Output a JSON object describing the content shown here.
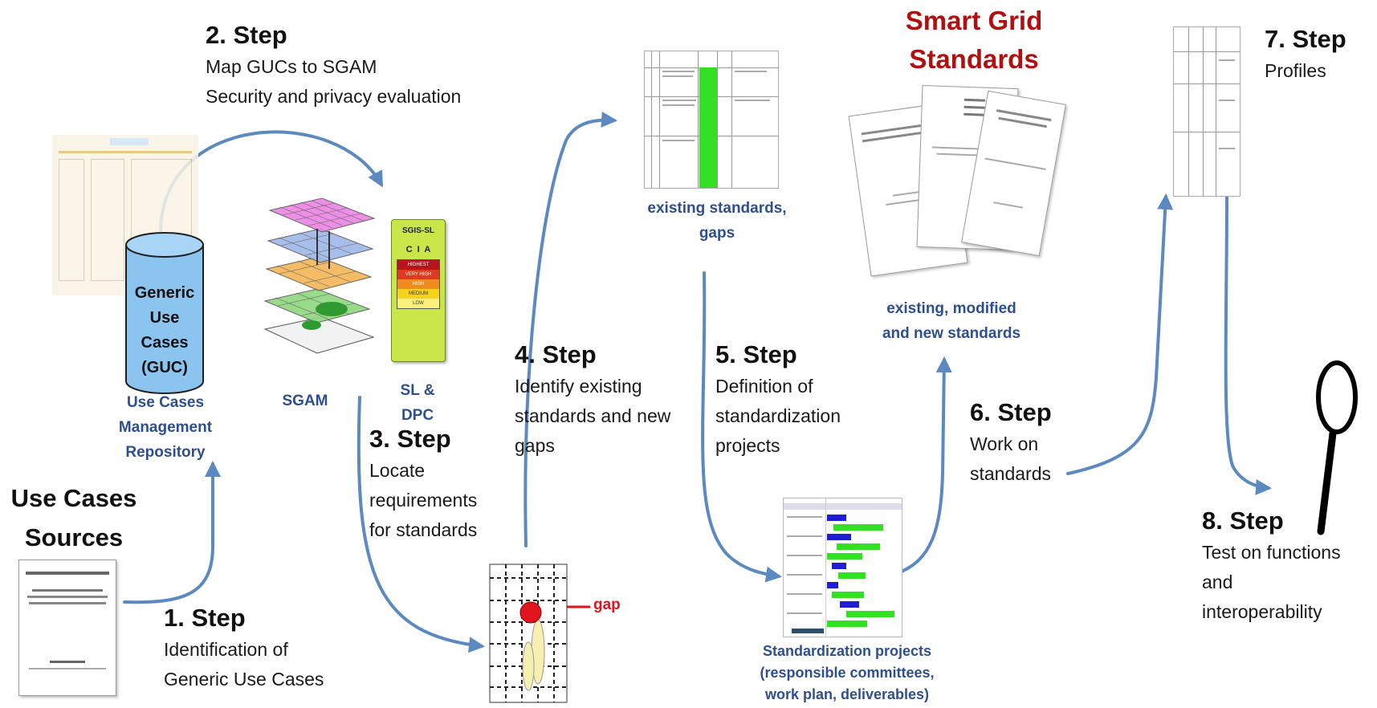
{
  "steps": [
    {
      "title": "1. Step",
      "lines": [
        "Identification of",
        "Generic Use Cases"
      ]
    },
    {
      "title": "2. Step",
      "lines": [
        "Map GUCs to SGAM",
        "Security and privacy evaluation"
      ]
    },
    {
      "title": "3. Step",
      "lines": [
        "Locate",
        "requirements",
        "for standards"
      ]
    },
    {
      "title": "4. Step",
      "lines": [
        "Identify existing",
        "standards and new",
        "gaps"
      ]
    },
    {
      "title": "5. Step",
      "lines": [
        "Definition of",
        "standardization",
        "projects"
      ]
    },
    {
      "title": "6. Step",
      "lines": [
        "Work on",
        "standards"
      ]
    },
    {
      "title": "7. Step",
      "lines": [
        "Profiles"
      ]
    },
    {
      "title": "8. Step",
      "lines": [
        "Test on functions",
        "and",
        "interoperability"
      ]
    }
  ],
  "use_cases_sources": [
    "Use Cases",
    "Sources"
  ],
  "cylinder_label": [
    "Generic",
    "Use",
    "Cases",
    "(GUC)"
  ],
  "repository_caption": [
    "Use Cases",
    "Management",
    "Repository"
  ],
  "sgam_caption": "SGAM",
  "sl_dpc_caption": [
    "SL &",
    "DPC"
  ],
  "sgis": {
    "title": "SGIS-SL",
    "cia": "C  I  A",
    "levels": [
      "HIGHEST",
      "VERY HIGH",
      "HIGH",
      "MEDIUM",
      "LOW"
    ]
  },
  "gap_label": "gap",
  "existing_standards_caption": [
    "existing standards,",
    "gaps"
  ],
  "smart_grid_title": [
    "Smart Grid",
    "Standards"
  ],
  "modified_standards_caption": [
    "existing, modified",
    "and new standards"
  ],
  "projects_caption": [
    "Standardization projects",
    "(responsible committees,",
    "work plan, deliverables)"
  ],
  "colors": {
    "arrow": "#5b89c0",
    "caption_blue": "#2e4f8f",
    "smart_grid_red": "#b01010",
    "gap_red": "#e0141d",
    "cylinder": "#8cc4f0"
  }
}
